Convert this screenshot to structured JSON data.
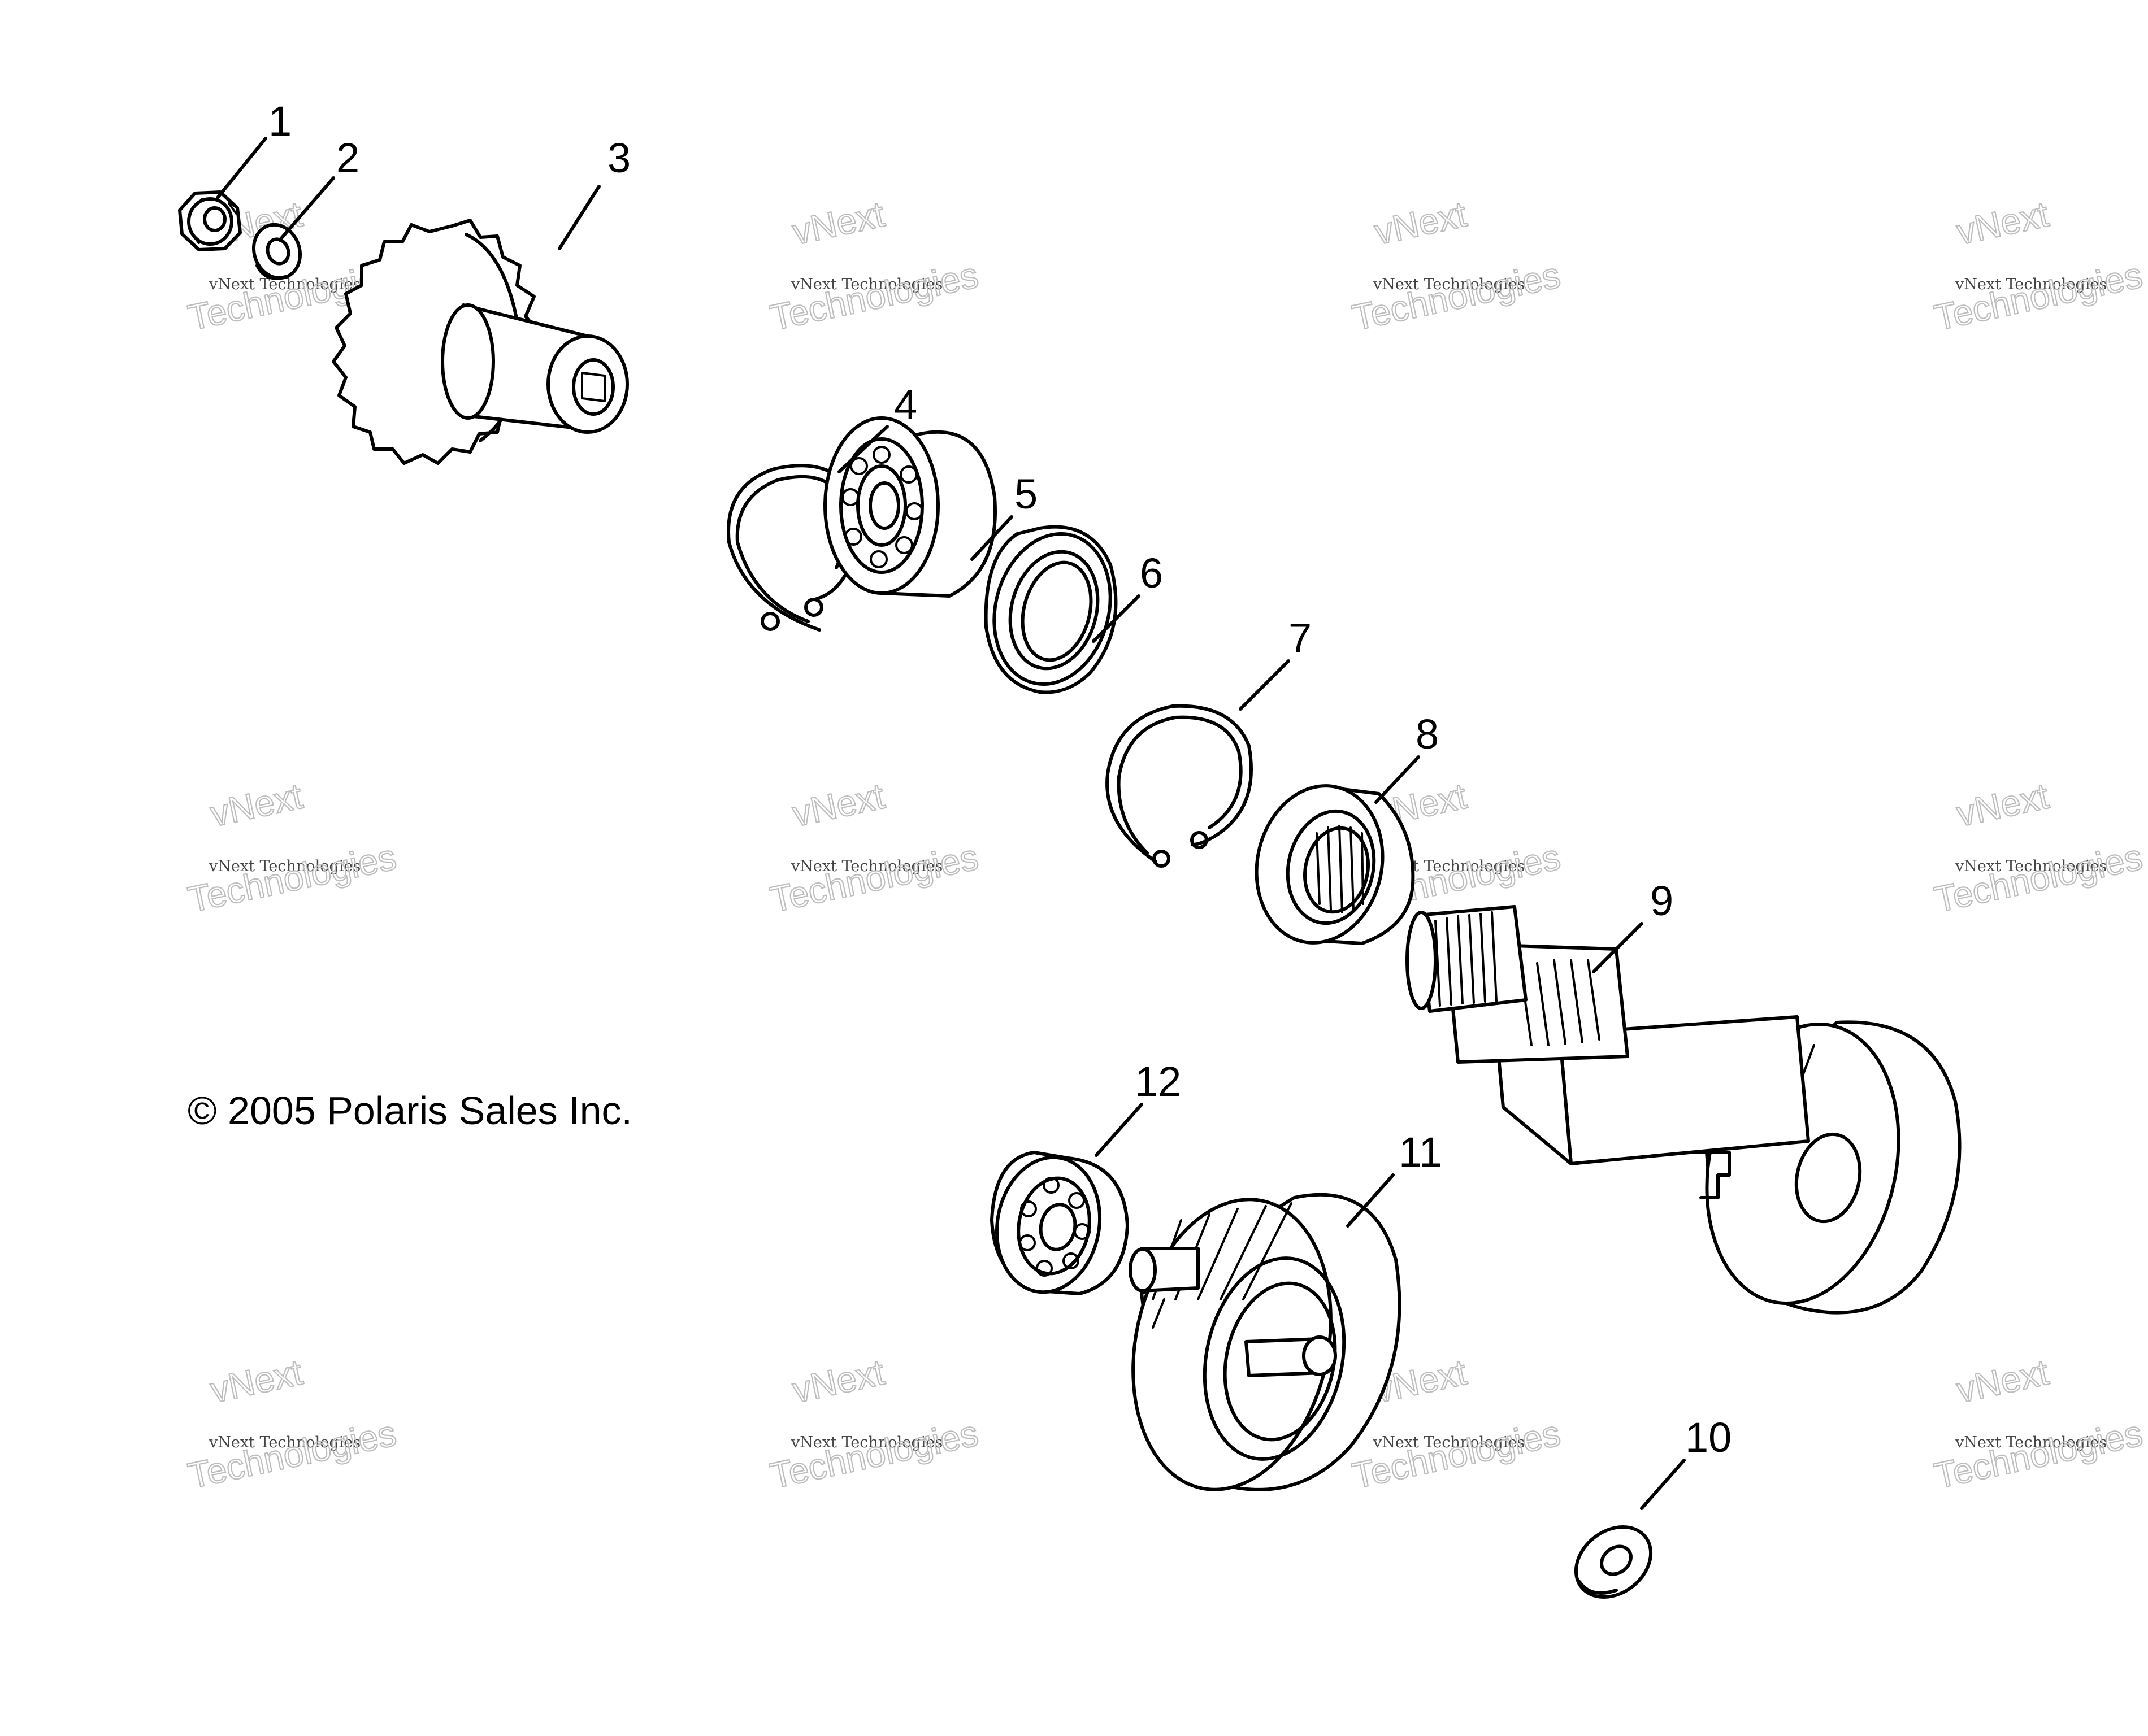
{
  "diagram": {
    "copyright": "© 2005 Polaris Sales Inc.",
    "callouts": [
      "1",
      "2",
      "3",
      "4",
      "5",
      "6",
      "7",
      "8",
      "9",
      "10",
      "11",
      "12"
    ],
    "watermark": {
      "line1": "vNext",
      "line2": "vNext Technologies",
      "line3": "Technologies"
    }
  }
}
